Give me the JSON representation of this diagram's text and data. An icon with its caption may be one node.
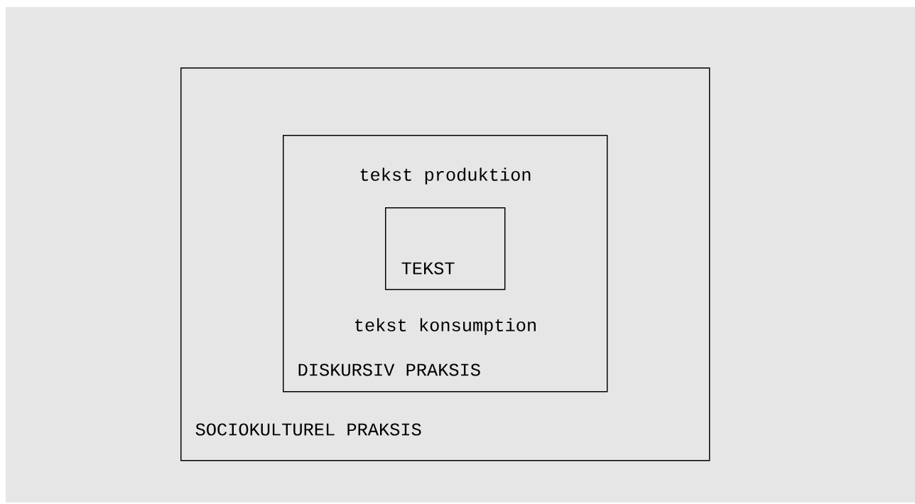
{
  "diagram": {
    "nodes": [
      {
        "text": [
          "SOCIOKULTUREL PRAKSIS"
        ]
      },
      {
        "text": [
          "tekst produktion",
          "tekst konsumption",
          "DISKURSIV PRAKSIS"
        ],
        "in": 0
      },
      {
        "text": [
          "TEKST"
        ],
        "in": 1
      }
    ]
  }
}
